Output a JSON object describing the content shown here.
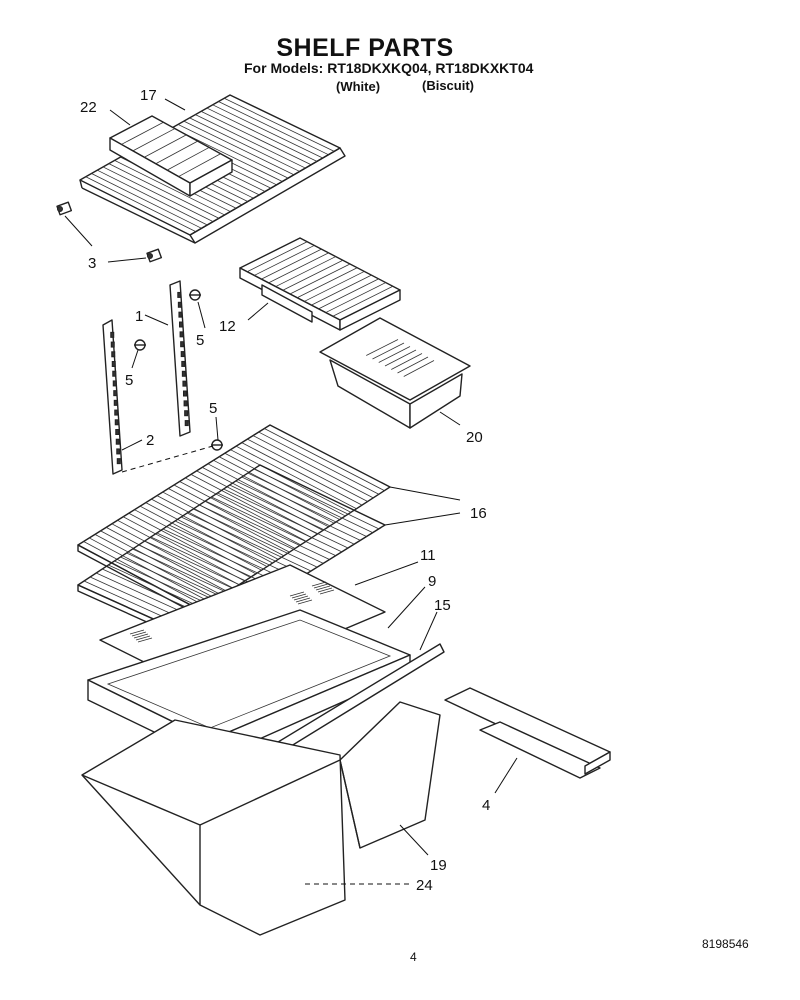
{
  "header": {
    "title": "SHELF PARTS",
    "models_line": "For Models: RT18DKXKQ04, RT18DKXKT04",
    "variant_white": "(White)",
    "variant_biscuit": "(Biscuit)"
  },
  "footer": {
    "page_number": "4",
    "doc_number": "8198546"
  },
  "callouts": {
    "c22": "22",
    "c17": "17",
    "c3": "3",
    "c12": "12",
    "c5a": "5",
    "c1": "1",
    "c5b": "5",
    "c5c": "5",
    "c2": "2",
    "c20": "20",
    "c16": "16",
    "c11": "11",
    "c9": "9",
    "c15": "15",
    "c4": "4",
    "c19": "19",
    "c24": "24"
  }
}
